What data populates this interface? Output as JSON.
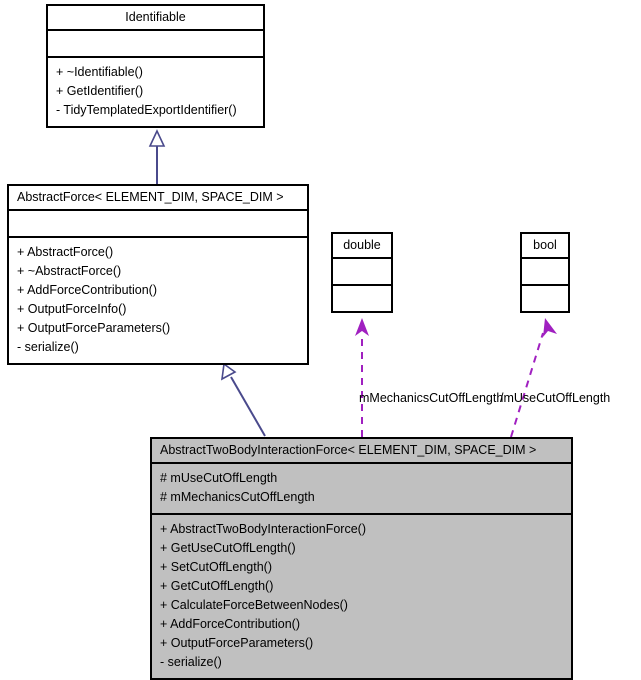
{
  "diagram": {
    "type": "uml-class-diagram",
    "background_color": "#ffffff",
    "inheritance_edge_color": "#4a4a8c",
    "dependency_edge_color": "#a020c0",
    "box_border_color": "#000000",
    "highlighted_box_fill": "#c0c0c0"
  },
  "classes": {
    "identifiable": {
      "name": "Identifiable",
      "attributes": [],
      "operations": [
        "+ ~Identifiable()",
        "+ GetIdentifier()",
        "- TidyTemplatedExportIdentifier()"
      ]
    },
    "abstract_force": {
      "name": "AbstractForce< ELEMENT_DIM, SPACE_DIM >",
      "attributes": [],
      "operations": [
        "+ AbstractForce()",
        "+ ~AbstractForce()",
        "+ AddForceContribution()",
        "+ OutputForceInfo()",
        "+ OutputForceParameters()",
        "- serialize()"
      ]
    },
    "double_type": {
      "name": "double",
      "attributes": [],
      "operations": []
    },
    "bool_type": {
      "name": "bool",
      "attributes": [],
      "operations": []
    },
    "abstract_two_body": {
      "name": "AbstractTwoBodyInteractionForce< ELEMENT_DIM, SPACE_DIM >",
      "attributes": [
        "# mUseCutOffLength",
        "# mMechanicsCutOffLength"
      ],
      "operations": [
        "+ AbstractTwoBodyInteractionForce()",
        "+ GetUseCutOffLength()",
        "+ SetCutOffLength()",
        "+ GetCutOffLength()",
        "+ CalculateForceBetweenNodes()",
        "+ AddForceContribution()",
        "+ OutputForceParameters()",
        "- serialize()"
      ]
    }
  },
  "edges": {
    "inheritance": [
      {
        "from": "abstract_force",
        "to": "identifiable",
        "label": ""
      },
      {
        "from": "abstract_two_body",
        "to": "abstract_force",
        "label": ""
      }
    ],
    "dependency": [
      {
        "from": "abstract_two_body",
        "to": "double_type",
        "label": "mMechanicsCutOffLength"
      },
      {
        "from": "abstract_two_body",
        "to": "bool_type",
        "label": "mUseCutOffLength"
      }
    ]
  },
  "labels": {
    "mechanics_cutoff": "mMechanicsCutOffLength",
    "use_cutoff": "/mUseCutOffLength"
  }
}
